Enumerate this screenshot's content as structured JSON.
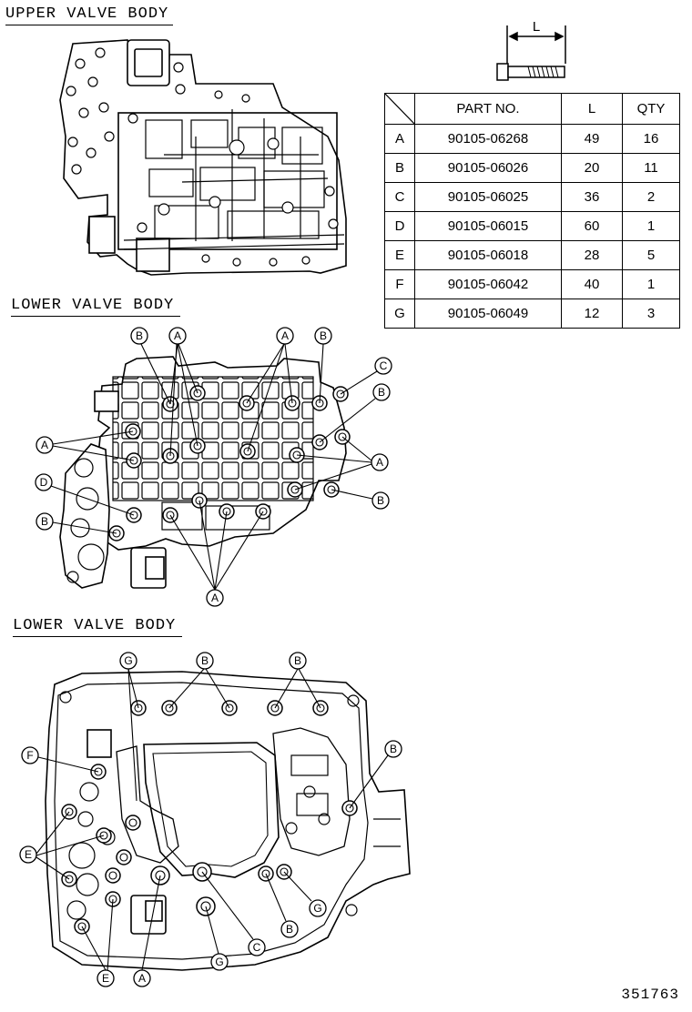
{
  "sections": {
    "upper_title": "UPPER VALVE BODY",
    "lower_title_1": "LOWER VALVE BODY",
    "lower_title_2": "LOWER VALVE BODY"
  },
  "bolt_dimension_label": "L",
  "table": {
    "headers": {
      "part_no": "PART NO.",
      "length": "L",
      "qty": "QTY"
    },
    "rows": [
      {
        "code": "A",
        "part_no": "90105-06268",
        "length": "49",
        "qty": "16"
      },
      {
        "code": "B",
        "part_no": "90105-06026",
        "length": "20",
        "qty": "11"
      },
      {
        "code": "C",
        "part_no": "90105-06025",
        "length": "36",
        "qty": "2"
      },
      {
        "code": "D",
        "part_no": "90105-06015",
        "length": "60",
        "qty": "1"
      },
      {
        "code": "E",
        "part_no": "90105-06018",
        "length": "28",
        "qty": "5"
      },
      {
        "code": "F",
        "part_no": "90105-06042",
        "length": "40",
        "qty": "1"
      },
      {
        "code": "G",
        "part_no": "90105-06049",
        "length": "12",
        "qty": "3"
      }
    ]
  },
  "callouts_lower1": [
    "B",
    "A",
    "A",
    "B",
    "C",
    "B",
    "A",
    "A",
    "D",
    "B",
    "B",
    "A"
  ],
  "callouts_lower2": [
    "G",
    "B",
    "B",
    "F",
    "B",
    "E",
    "G",
    "B",
    "C",
    "G",
    "E",
    "A"
  ],
  "reference_code": "351763"
}
